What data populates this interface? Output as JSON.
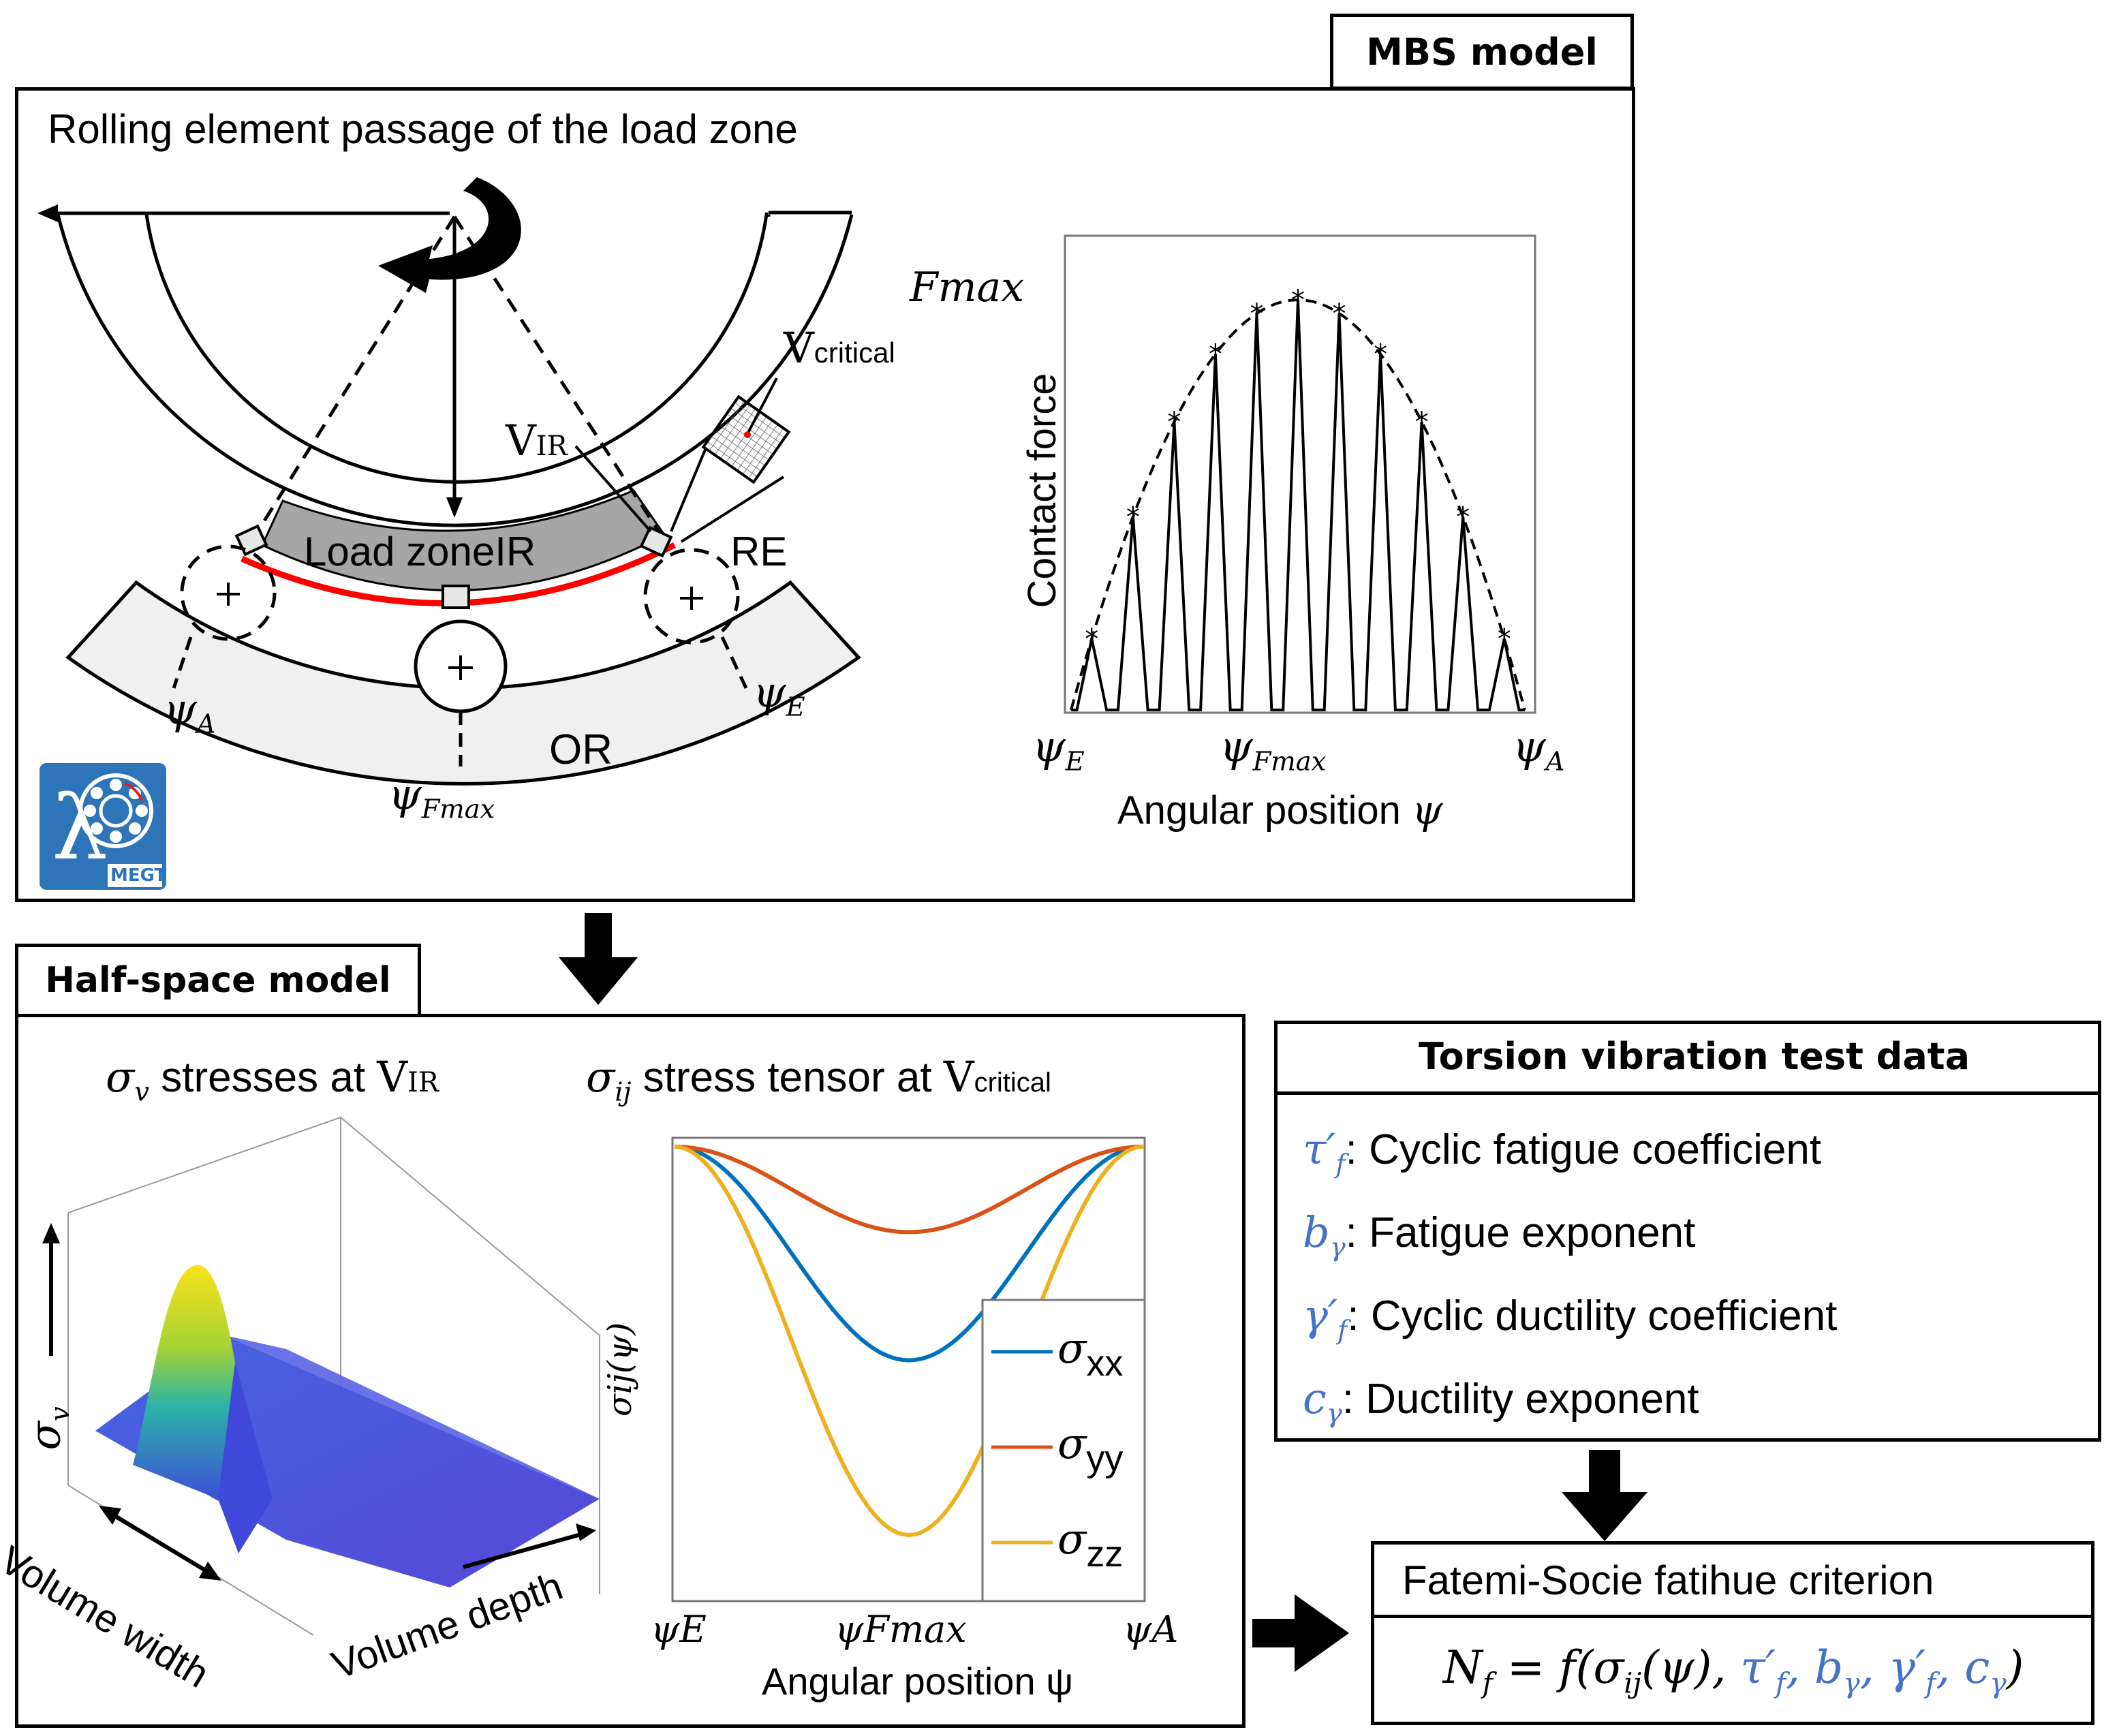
{
  "mbs": {
    "tab_label": "MBS model",
    "passage_title": "Rolling element passage of the load zone",
    "v_critical_base": "V",
    "v_critical_sub": "critical",
    "v_ir_base": "V",
    "v_ir_sub": "IR",
    "load_zone": "Load zone",
    "ir": "IR",
    "re": "RE",
    "or": "OR",
    "psi": "ψ",
    "psi_A_sub": "A",
    "psi_E_sub": "E",
    "psi_Fmax_sub": "Fmax",
    "plus": "+",
    "logo_text": "MEGT",
    "logo_symbol": "λ"
  },
  "force_plot": {
    "fmax_label": "Fmax",
    "ylabel": "Contact force",
    "xlabel": "Angular position",
    "xlabel_symbol": "ψ",
    "xticks": [
      {
        "base": "ψ",
        "sub": "E"
      },
      {
        "base": "ψ",
        "sub": "Fmax"
      },
      {
        "base": "ψ",
        "sub": "A"
      }
    ]
  },
  "half_space": {
    "tab_label": "Half-space model",
    "surface_title_pre": "σ",
    "surface_title_sub": "v",
    "surface_title_mid": " stresses at ",
    "surface_title_v": "V",
    "surface_title_vsub": "IR",
    "sigma_v_axis": "σ",
    "sigma_v_axis_sub": "v",
    "volume_width": "Volume width",
    "volume_depth": "Volume depth",
    "tensor_title_pre": "σ",
    "tensor_title_sub": "ij",
    "tensor_title_mid": " stress tensor at ",
    "tensor_title_v": "V",
    "tensor_title_vsub": "critical"
  },
  "chart_data": {
    "type": "line",
    "title": "σij stress tensor at Vcritical",
    "xlabel": "Angular position ψ",
    "ylabel": "σij(ψ)",
    "x_ticks": [
      "ψE",
      "ψFmax",
      "ψA"
    ],
    "series": [
      {
        "name": "σxx",
        "color": "#0072bd",
        "x": [
          0,
          0.25,
          0.5,
          0.75,
          1
        ],
        "values": [
          1.0,
          0.62,
          0.45,
          0.62,
          1.0
        ]
      },
      {
        "name": "σyy",
        "color": "#d95319",
        "x": [
          0,
          0.25,
          0.5,
          0.75,
          1
        ],
        "values": [
          1.0,
          0.84,
          0.78,
          0.84,
          1.0
        ]
      },
      {
        "name": "σzz",
        "color": "#edb120",
        "x": [
          0,
          0.25,
          0.5,
          0.75,
          1
        ],
        "values": [
          1.0,
          0.28,
          0.0,
          0.28,
          1.0
        ]
      }
    ],
    "legend_position": "right",
    "grid": false
  },
  "legend": [
    {
      "base": "σ",
      "sub": "xx"
    },
    {
      "base": "σ",
      "sub": "yy"
    },
    {
      "base": "σ",
      "sub": "zz"
    }
  ],
  "torsion": {
    "title": "Torsion vibration test data",
    "items": [
      {
        "sym": "τ′",
        "sub": "f",
        "text": ": Cyclic fatigue coefficient"
      },
      {
        "sym": "b",
        "sub": "γ",
        "text": ": Fatigue exponent"
      },
      {
        "sym": "γ′",
        "sub": "f",
        "text": ": Cyclic ductility coefficient"
      },
      {
        "sym": "c",
        "sub": "γ",
        "text": ": Ductility exponent"
      }
    ]
  },
  "fatemi": {
    "title": "Fatemi-Socie fatihue criterion",
    "lhs": "N",
    "lhs_sub": "f",
    "eq_main": " = f(σ",
    "eq_sub_ij": "ij",
    "eq_psi": "(ψ), ",
    "p1": "τ′",
    "p1_sub": "f",
    "sep": ", ",
    "p2": "b",
    "p2_sub": "γ",
    "p3": "γ′",
    "p3_sub": "f",
    "p4": "c",
    "p4_sub": "γ",
    "close": ")"
  },
  "colors": {
    "ring_fill": "#f0f0f0",
    "load_zone": "#a6a6a6",
    "red_arc": "#ff0000",
    "blue_param": "#4472c4",
    "logo_bg": "#2d74b8"
  }
}
